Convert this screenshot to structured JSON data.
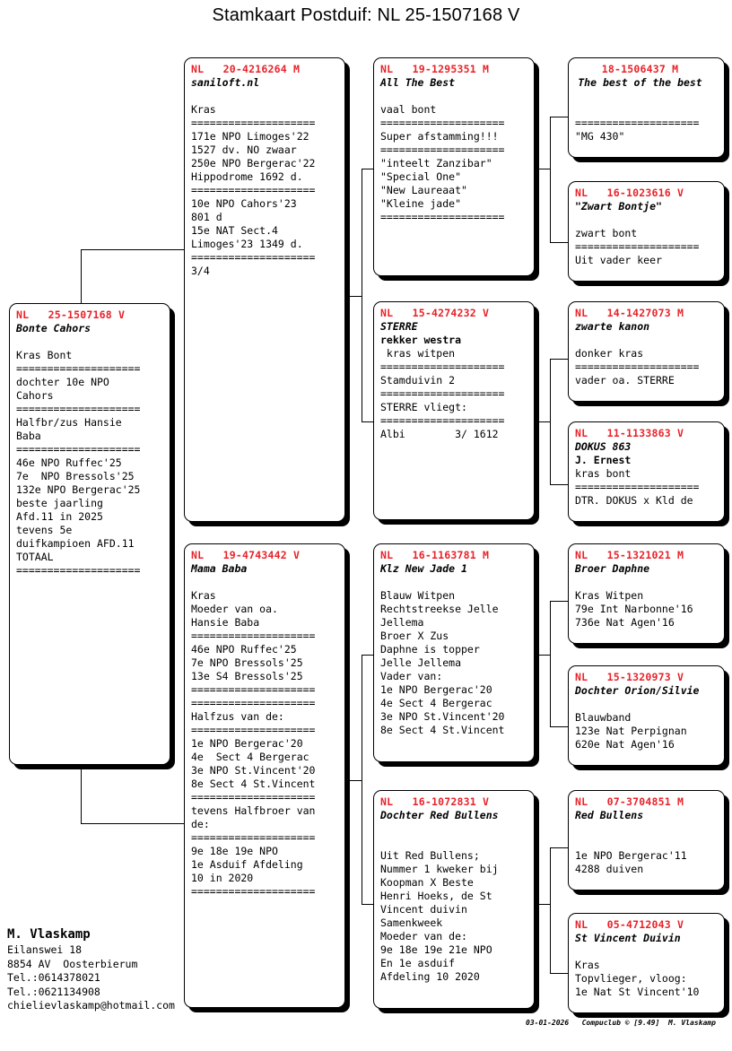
{
  "title": "Stamkaart Postduif: NL  25-1507168 V",
  "colors": {
    "ring_red": "#e8232a",
    "box_border": "#000000",
    "background": "#ffffff"
  },
  "subject": {
    "ring": "NL   25-1507168 V",
    "name": "Bonte Cahors",
    "lines": [
      "",
      "Kras Bont",
      "====================",
      "dochter 10e NPO",
      "Cahors",
      "====================",
      "Halfbr/zus Hansie",
      "Baba",
      "====================",
      "46e NPO Ruffec'25",
      "7e  NPO Bressols'25",
      "132e NPO Bergerac'25",
      "beste jaarling",
      "Afd.11 in 2025",
      "tevens 5e",
      "duifkampioen AFD.11",
      "TOTAAL",
      "===================="
    ]
  },
  "gen1": [
    {
      "ring": "NL   20-4216264 M",
      "name": "saniloft.nl",
      "lines": [
        "",
        "Kras",
        "====================",
        "171e NPO Limoges'22",
        "1527 dv. NO zwaar",
        "250e NPO Bergerac'22",
        "Hippodrome 1692 d.",
        "====================",
        "10e NPO Cahors'23",
        "801 d",
        "15e NAT Sect.4",
        "Limoges'23 1349 d.",
        "====================",
        "3/4"
      ]
    },
    {
      "ring": "NL   19-4743442 V",
      "name": "Mama Baba",
      "lines": [
        "",
        "Kras",
        "Moeder van oa.",
        "Hansie Baba",
        "====================",
        "46e NPO Ruffec'25",
        "7e NPO Bressols'25",
        "13e S4 Bressols'25",
        "====================",
        "====================",
        "Halfzus van de:",
        "====================",
        "1e NPO Bergerac'20",
        "4e  Sect 4 Bergerac",
        "3e NPO St.Vincent'20",
        "8e Sect 4 St.Vincent",
        "====================",
        "tevens Halfbroer van",
        "de:",
        "====================",
        "9e 18e 19e NPO",
        "1e Asduif Afdeling",
        "10 in 2020",
        "===================="
      ]
    }
  ],
  "gen2": [
    {
      "ring": "NL   19-1295351 M",
      "name": "All The Best",
      "lines": [
        "",
        "vaal bont",
        "====================",
        "Super afstamming!!!",
        "====================",
        "\"inteelt Zanzibar\"",
        "\"Special One\"",
        "\"New Laureaat\"",
        "\"Kleine jade\"",
        "===================="
      ]
    },
    {
      "ring": "NL   15-4274232 V",
      "name": "STERRE",
      "sub": "rekker westra",
      "lines": [
        " kras witpen",
        "====================",
        "Stamduivin 2",
        "====================",
        "STERRE vliegt:",
        "====================",
        "Albi        3/ 1612"
      ]
    },
    {
      "ring": "NL   16-1163781 M",
      "name": "Klz New Jade 1",
      "lines": [
        "",
        "Blauw Witpen",
        "Rechtstreekse Jelle",
        "Jellema",
        "Broer X Zus",
        "Daphne is topper",
        "Jelle Jellema",
        "Vader van:",
        "1e NPO Bergerac'20",
        "4e Sect 4 Bergerac",
        "3e NPO St.Vincent'20",
        "8e Sect 4 St.Vincent"
      ]
    },
    {
      "ring": "NL   16-1072831 V",
      "name": "Dochter Red Bullens",
      "lines": [
        "",
        "",
        "Uit Red Bullens;",
        "Nummer 1 kweker bij",
        "Koopman X Beste",
        "Henri Hoeks, de St",
        "Vincent duivin",
        "Samenkweek",
        "Moeder van de:",
        "9e 18e 19e 21e NPO",
        "En 1e asduif",
        "Afdeling 10 2020"
      ]
    }
  ],
  "gen3": [
    {
      "ring": "18-1506437 M",
      "ring_centered": true,
      "name": "The best of the best",
      "name_centered": true,
      "lines": [
        "",
        "",
        "====================",
        "\"MG 430\""
      ]
    },
    {
      "ring": "NL   16-1023616 V",
      "name": "\"Zwart Bontje\"",
      "lines": [
        "",
        "zwart bont",
        "====================",
        "Uit vader keer"
      ]
    },
    {
      "ring": "NL   14-1427073 M",
      "name": "zwarte kanon",
      "lines": [
        "",
        "donker kras",
        "====================",
        "vader oa. STERRE"
      ]
    },
    {
      "ring": "NL   11-1133863 V",
      "name": "DOKUS 863",
      "sub": "J. Ernest",
      "lines": [
        "kras bont",
        "====================",
        "DTR. DOKUS x Kld de"
      ]
    },
    {
      "ring": "NL   15-1321021 M",
      "name": "Broer Daphne",
      "lines": [
        "",
        "Kras Witpen",
        "79e Int Narbonne'16",
        "736e Nat Agen'16"
      ]
    },
    {
      "ring": "NL   15-1320973 V",
      "name": "Dochter Orion/Silvie",
      "lines": [
        "",
        "Blauwband",
        "123e Nat Perpignan",
        "620e Nat Agen'16"
      ]
    },
    {
      "ring": "NL   07-3704851 M",
      "name": "Red Bullens",
      "lines": [
        "",
        "",
        "1e NPO Bergerac'11",
        "4288 duiven"
      ]
    },
    {
      "ring": "NL   05-4712043 V",
      "name": "St Vincent Duivin",
      "lines": [
        "",
        "Kras",
        "Topvlieger, vloog:",
        "1e Nat St Vincent'10"
      ]
    }
  ],
  "owner": {
    "name": "M. Vlaskamp",
    "lines": [
      "Eilanswei 18",
      "8854 AV  Oosterbierum",
      "Tel.:0614378021",
      "Tel.:0621134908",
      "chielievlaskamp@hotmail.com"
    ]
  },
  "footer": "03-01-2026   Compuclub © [9.49]  M. Vlaskamp"
}
